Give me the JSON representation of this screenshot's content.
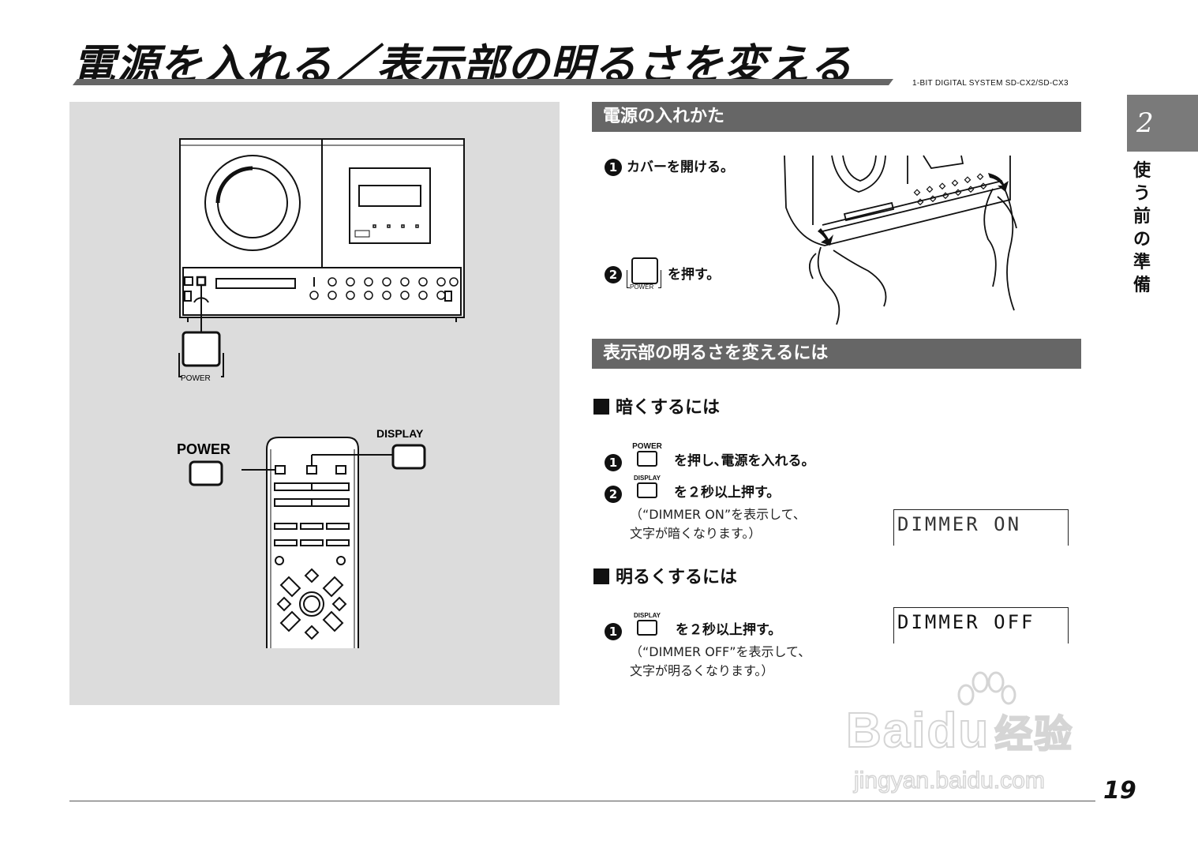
{
  "page": {
    "title": "電源を入れる／表示部の明るさを変える",
    "model": "1-BIT DIGITAL SYSTEM SD-CX2/SD-CX3",
    "chapter_number": "2",
    "chapter_title": "使う前の準備",
    "page_number": "19"
  },
  "illustration": {
    "unit_power_label": "POWER",
    "remote_power_label": "POWER",
    "remote_display_label": "DISPLAY"
  },
  "power_section": {
    "heading": "電源の入れかた",
    "step1_num": "1",
    "step1_text": "カバーを開ける。",
    "step2_num": "2",
    "step2_button": "POWER",
    "step2_text": "を押す。"
  },
  "dimmer_section": {
    "heading": "表示部の明るさを変えるには",
    "darken_heading": "暗くするには",
    "darken_step1_num": "1",
    "darken_step1_button": "POWER",
    "darken_step1_text": "を押し､電源を入れる。",
    "darken_step2_num": "2",
    "darken_step2_button": "DISPLAY",
    "darken_step2_text": "を２秒以上押す。",
    "darken_note_line1": "（“DIMMER ON”を表示して、",
    "darken_note_line2": "文字が暗くなります。）",
    "lcd_on": "DIMMER ON",
    "brighten_heading": "明るくするには",
    "brighten_step1_num": "1",
    "brighten_step1_button": "DISPLAY",
    "brighten_step1_text": "を２秒以上押す。",
    "brighten_note_line1": "（“DIMMER OFF”を表示して、",
    "brighten_note_line2": "文字が明るくなります。）",
    "lcd_off": "DIMMER OFF"
  },
  "watermark": {
    "brand": "Baidu",
    "brand_cn": "经验",
    "url": "jingyan.baidu.com"
  },
  "colors": {
    "section_bar": "#666666",
    "illustration_bg": "#dcdcdc",
    "chapter_tab": "#7a7a7a"
  }
}
